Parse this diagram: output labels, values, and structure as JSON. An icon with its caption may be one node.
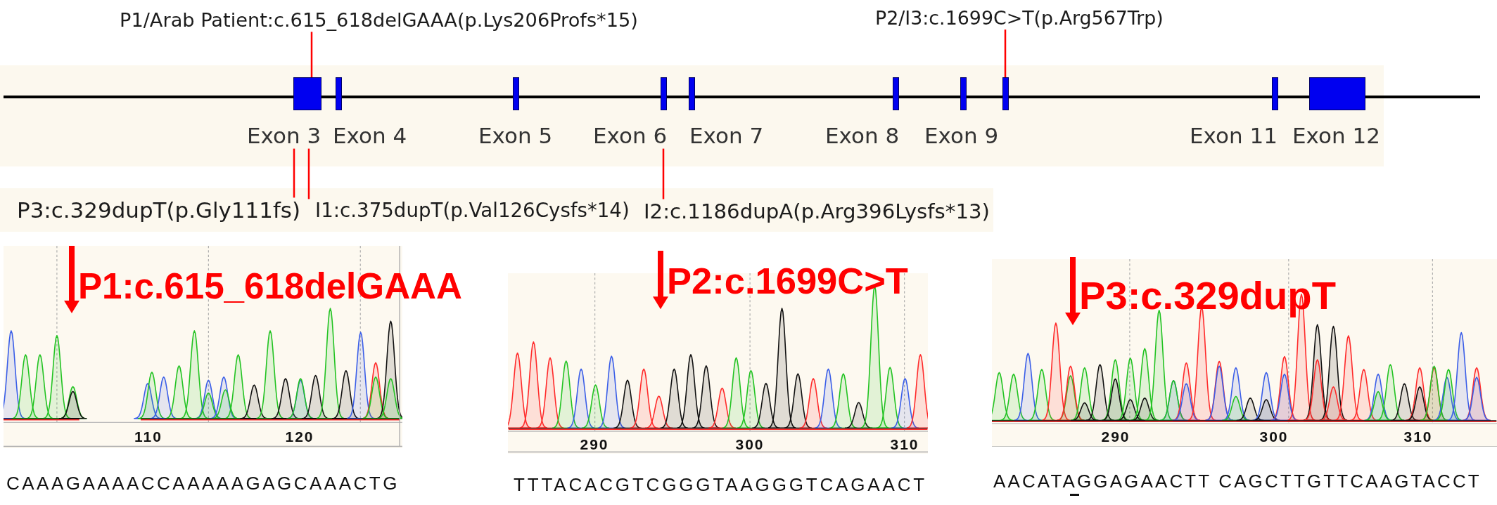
{
  "diagram": {
    "nodes": [
      {
        "text": [
          "P1/Arab Patient:c.615_618delGAAA(p.Lys206Profs*15)"
        ]
      },
      {
        "text": [
          "P2/I3:c.1699C>T(p.Arg567Trp)"
        ]
      },
      {
        "text": [
          "Exon 3"
        ]
      },
      {
        "text": [
          "Exon 4"
        ]
      },
      {
        "text": [
          "Exon 5"
        ]
      },
      {
        "text": [
          "Exon 6"
        ]
      },
      {
        "text": [
          "Exon 7"
        ]
      },
      {
        "text": [
          "Exon 8"
        ]
      },
      {
        "text": [
          "Exon 9"
        ]
      },
      {
        "text": [],
        "shape": "box"
      },
      {
        "text": [
          "Exon 11"
        ]
      },
      {
        "text": [
          "Exon 12"
        ]
      },
      {
        "text": [
          "P3:c.329dupT(p.Gly111fs)"
        ]
      },
      {
        "text": [
          "I1:c.375dupT(p.Val126Cysfs*14)"
        ]
      },
      {
        "text": [
          "I2:c.1186dupA(p.Arg396Lysfs*13)"
        ]
      },
      {
        "text": [
          "P1:c.615_618delGAAA"
        ]
      },
      {
        "text": [
          "P2:c.1699C>T"
        ]
      },
      {
        "text": [
          "P3:c.329dupT"
        ]
      }
    ],
    "edges": [
      {
        "from": 0,
        "to": 2,
        "arrow": "none"
      },
      {
        "from": 1,
        "to": 9,
        "arrow": "none"
      },
      {
        "from": 12,
        "to": 2,
        "arrow": "none"
      },
      {
        "from": 13,
        "to": 2,
        "arrow": "none"
      },
      {
        "from": 14,
        "to": 5,
        "arrow": "none"
      },
      {
        "from": null,
        "to": 15,
        "arrow": "to",
        "style": "thick"
      },
      {
        "from": null,
        "to": 16,
        "arrow": "to",
        "style": "thick"
      },
      {
        "from": null,
        "to": 17,
        "arrow": "to",
        "style": "thick"
      }
    ],
    "labels": [
      "110",
      "120",
      "290",
      "300",
      "310",
      "290",
      "300",
      "310",
      "CAAAGAAAACCAAAAAGAGCAAACTG",
      "TTTACACGTCGGGTAAGGGTCAGAACT",
      "AACATAGGAGAACTT CAGCTTGTTCAAGTACCT"
    ]
  }
}
